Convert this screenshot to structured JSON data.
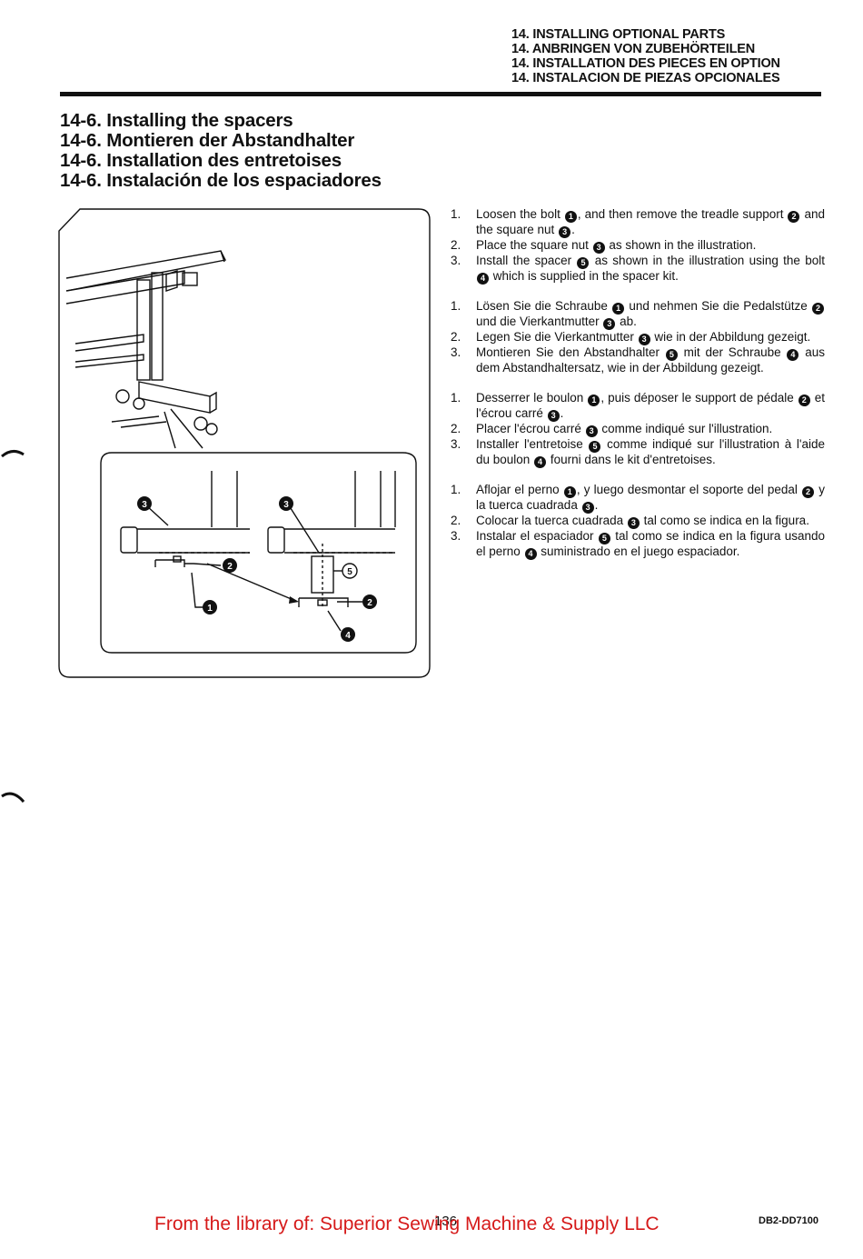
{
  "chapter": [
    "14. INSTALLING OPTIONAL PARTS",
    "14. ANBRINGEN VON ZUBEHÖRTEILEN",
    "14. INSTALLATION DES PIECES EN OPTION",
    "14. INSTALACION DE PIEZAS OPCIONALES"
  ],
  "section": [
    "14-6. Installing the spacers",
    "14-6. Montieren der Abstandhalter",
    "14-6. Installation des entretoises",
    "14-6. Instalación de los espaciadores"
  ],
  "figure": {
    "callouts": [
      "1",
      "2",
      "3",
      "4",
      "5"
    ]
  },
  "steps": {
    "en": [
      {
        "n": "1.",
        "parts": [
          "Loosen the bolt ",
          "1",
          ", and then remove the treadle support ",
          "2",
          " and the square nut ",
          "3",
          "."
        ]
      },
      {
        "n": "2.",
        "parts": [
          "Place the square nut ",
          "3",
          " as shown in the illustration."
        ]
      },
      {
        "n": "3.",
        "parts": [
          "Install the spacer ",
          "5",
          " as shown in the illustration using the bolt ",
          "4",
          " which is supplied in the spacer kit."
        ]
      }
    ],
    "de": [
      {
        "n": "1.",
        "parts": [
          "Lösen Sie die Schraube ",
          "1",
          " und nehmen Sie die Pedalstütze ",
          "2",
          " und die Vierkantmutter ",
          "3",
          " ab."
        ]
      },
      {
        "n": "2.",
        "parts": [
          "Legen Sie die Vierkantmutter ",
          "3",
          " wie in der Abbildung gezeigt."
        ]
      },
      {
        "n": "3.",
        "parts": [
          "Montieren Sie den Abstandhalter ",
          "5",
          " mit der Schraube ",
          "4",
          " aus dem Abstandhaltersatz, wie in der Abbildung gezeigt."
        ]
      }
    ],
    "fr": [
      {
        "n": "1.",
        "parts": [
          "Desserrer le boulon ",
          "1",
          ", puis déposer le support de pédale ",
          "2",
          " et l'écrou carré ",
          "3",
          "."
        ]
      },
      {
        "n": "2.",
        "parts": [
          "Placer l'écrou carré ",
          "3",
          " comme indiqué sur l'illustration."
        ]
      },
      {
        "n": "3.",
        "parts": [
          "Installer l'entretoise ",
          "5",
          " comme indiqué sur l'illustration à l'aide du boulon ",
          "4",
          " fourni dans le kit d'entretoises."
        ]
      }
    ],
    "es": [
      {
        "n": "1.",
        "parts": [
          "Aflojar el perno ",
          "1",
          ", y luego desmontar el soporte del pedal ",
          "2",
          " y la tuerca cuadrada ",
          "3",
          "."
        ]
      },
      {
        "n": "2.",
        "parts": [
          "Colocar la tuerca cuadrada ",
          "3",
          " tal como se indica en la figura."
        ]
      },
      {
        "n": "3.",
        "parts": [
          "Instalar el espaciador ",
          "5",
          " tal como se indica en la figura usando el perno ",
          "4",
          " suministrado en el juego espaciador."
        ]
      }
    ]
  },
  "footer": {
    "library": "From the library of: Superior Sewing Machine & Supply LLC",
    "page": "136",
    "code": "DB2-DD7100"
  },
  "colors": {
    "library_text": "#d61a1a",
    "ink": "#111111"
  }
}
